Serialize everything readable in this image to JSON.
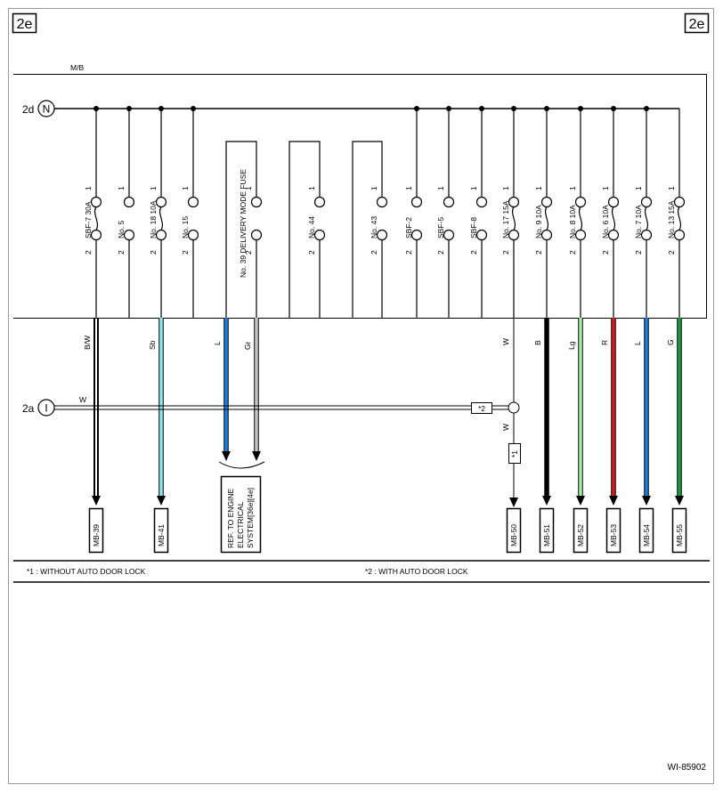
{
  "page_code": "2e",
  "block_label": "M/B",
  "connectors": {
    "top": "2d",
    "top_symbol": "N",
    "mid": "2a",
    "mid_symbol": "I"
  },
  "w_label": "W",
  "star1_label": "*1",
  "star2_label": "*2",
  "fuses": [
    {
      "id": "sbf7",
      "label": "SBF-7  30A",
      "pin_top": "1",
      "pin_bottom": "2",
      "wire_color": "B/W",
      "wire_hex": "#000000",
      "terminal": "MB-39"
    },
    {
      "id": "no5",
      "label": "No. 5",
      "pin_top": "1",
      "pin_bottom": "2"
    },
    {
      "id": "no18",
      "label": "No. 18  10A",
      "pin_top": "1",
      "pin_bottom": "2",
      "wire_color": "Sb",
      "wire_hex": "#8ee8ee",
      "terminal": "MB-41"
    },
    {
      "id": "no15",
      "label": "No. 15",
      "pin_top": "1",
      "pin_bottom": "2"
    },
    {
      "id": "no39",
      "label": "No. 39  DELIVERY MODE FUSE",
      "pin_top": "1",
      "pin_bottom": "2",
      "wire_color_left": "L",
      "wire_hex_left": "#1e7fe0",
      "wire_color_right": "Gr",
      "wire_hex_right": "#c8c8c8"
    },
    {
      "id": "no44",
      "label": "No. 44",
      "pin_top": "1",
      "pin_bottom": "2"
    },
    {
      "id": "no43",
      "label": "No. 43",
      "pin_top": "1",
      "pin_bottom": "2"
    },
    {
      "id": "sbf2",
      "label": "SBF-2",
      "pin_top": "1",
      "pin_bottom": "2"
    },
    {
      "id": "sbf5",
      "label": "SBF-5",
      "pin_top": "1",
      "pin_bottom": "2"
    },
    {
      "id": "sbf8",
      "label": "SBF-8",
      "pin_top": "1",
      "pin_bottom": "2"
    },
    {
      "id": "no17",
      "label": "No. 17  15A",
      "pin_top": "1",
      "pin_bottom": "2",
      "wire_color": "W",
      "wire_hex": "#ffffff",
      "terminal": "MB-50"
    },
    {
      "id": "no9",
      "label": "No. 9  10A",
      "pin_top": "1",
      "pin_bottom": "2",
      "wire_color": "B",
      "wire_hex": "#000000",
      "terminal": "MB-51"
    },
    {
      "id": "no8",
      "label": "No. 8  10A",
      "pin_top": "1",
      "pin_bottom": "2",
      "wire_color": "Lg",
      "wire_hex": "#a6f0a6",
      "terminal": "MB-52"
    },
    {
      "id": "no6",
      "label": "No. 6  10A",
      "pin_top": "1",
      "pin_bottom": "2",
      "wire_color": "R",
      "wire_hex": "#e0191e",
      "terminal": "MB-53"
    },
    {
      "id": "no7",
      "label": "No. 7  10A",
      "pin_top": "1",
      "pin_bottom": "2",
      "wire_color": "L",
      "wire_hex": "#1e7fe0",
      "terminal": "MB-54"
    },
    {
      "id": "no13",
      "label": "No. 13  15A",
      "pin_top": "1",
      "pin_bottom": "2",
      "wire_color": "G",
      "wire_hex": "#17a046",
      "terminal": "MB-55"
    }
  ],
  "ref_box": {
    "line1": "REF. TO ENGINE",
    "line2": "ELECTRICAL",
    "line3": "SYSTEM[36e][4e]"
  },
  "footnotes": {
    "n1": "*1  : WITHOUT AUTO DOOR LOCK",
    "n2": "*2  : WITH AUTO DOOR LOCK"
  },
  "figure_code": "WI-85902"
}
